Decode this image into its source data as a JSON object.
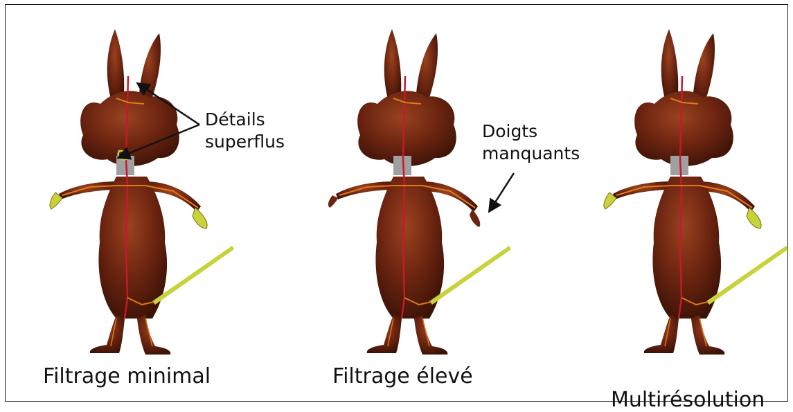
{
  "panels": [
    {
      "caption": "Filtrage minimal"
    },
    {
      "caption": "Filtrage élevé"
    },
    {
      "caption": "Multirésolution"
    }
  ],
  "annotations": {
    "details": {
      "line1": "Détails",
      "line2": "superflus"
    },
    "fingers": {
      "line1": "Doigts",
      "line2": "manquants"
    }
  },
  "colors": {
    "body": "#6b2410",
    "skeleton_spine": "#c8182a",
    "skeleton_limbs": "#e07a18",
    "tail_hands": "#c8d23a",
    "outline": "#1a1a1a"
  }
}
